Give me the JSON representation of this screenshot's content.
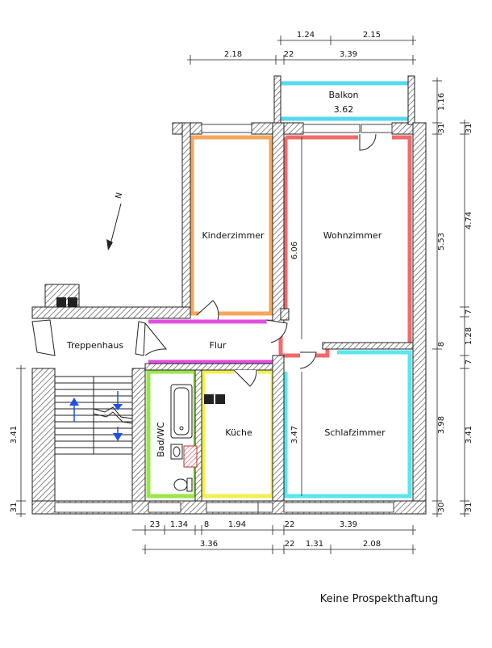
{
  "rooms": {
    "balkon": "Balkon",
    "balkon_width": "3.62",
    "kinderzimmer": "Kinderzimmer",
    "wohnzimmer": "Wohnzimmer",
    "treppenhaus": "Treppenhaus",
    "flur": "Flur",
    "bad_wc": "Bad/WC",
    "kueche": "Küche",
    "schlafzimmer": "Schlafzimmer"
  },
  "dimensions": {
    "top_1_24": "1.24",
    "top_2_15": "2.15",
    "top_2_18": "2.18",
    "top_22": "22",
    "top_3_39": "3.39",
    "wohn_height": "6.06",
    "schlaf_height": "3.47",
    "right_1_16": "1.16",
    "right_31_top": "31",
    "right_31_top_b": "31",
    "right_5_53": "5.53",
    "right_4_74": "4.74",
    "right_7_a": "7",
    "right_8": "8",
    "right_1_28": "1.28",
    "right_7_b": "7",
    "right_3_98": "3.98",
    "right_3_41": "3.41",
    "right_30": "30",
    "right_31_bottom": "31",
    "left_3_41": "3.41",
    "left_31": "31",
    "bottom_23": "23",
    "bottom_1_34": "1.34",
    "bottom_8": "8",
    "bottom_1_94": "1.94",
    "bottom_22_a": "22",
    "bottom_3_39": "3.39",
    "bottom_3_36": "3.36",
    "bottom_22_b": "22",
    "bottom_1_31": "1.31",
    "bottom_2_08": "2.08"
  },
  "north_label": "N",
  "note": "Keine Prospekthaftung",
  "colors": {
    "wall": "#8a8a8a",
    "balkon": "#55d8f0",
    "kinderzimmer": "#f6a65a",
    "wohnzimmer": "#f06a6a",
    "flur": "#e050e0",
    "bad": "#9ae64a",
    "kueche": "#f0f050",
    "schlafzimmer": "#5ae6ee",
    "stairs_arrow": "#1e50e6"
  }
}
